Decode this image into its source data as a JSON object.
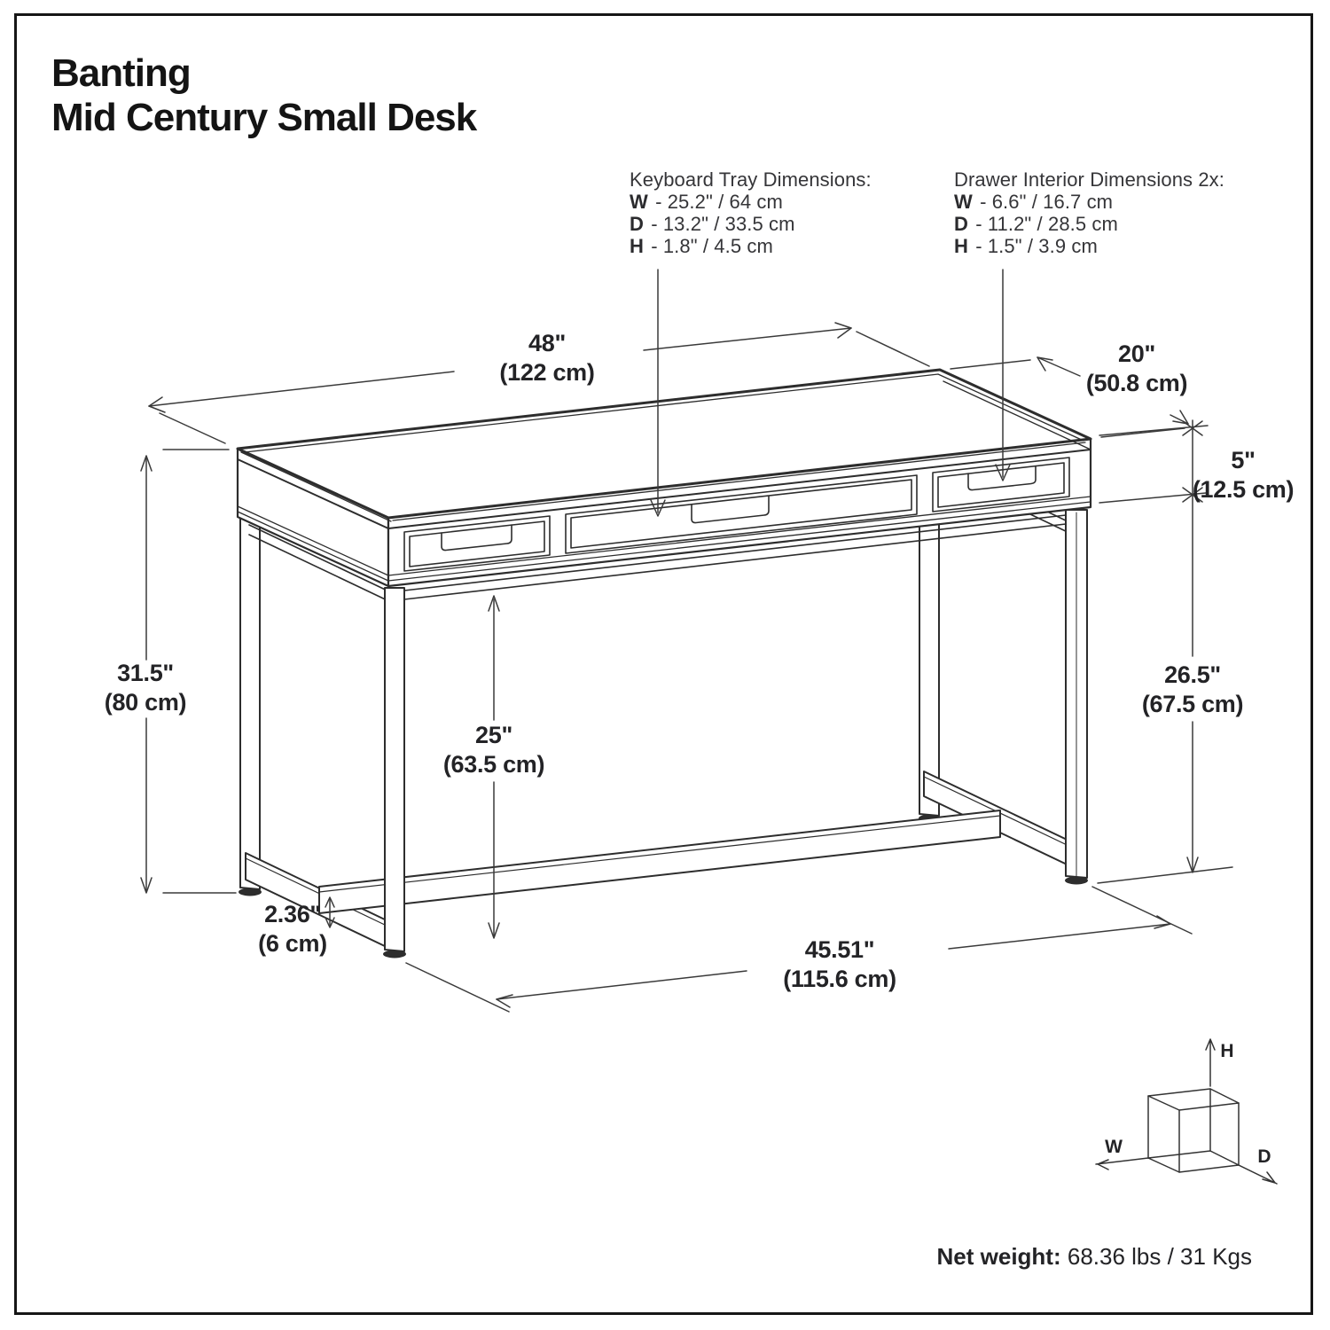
{
  "title": {
    "line1": "Banting",
    "line2": "Mid Century Small Desk"
  },
  "spec_blocks": {
    "keyboard_tray": {
      "heading": "Keyboard Tray Dimensions:",
      "rows": [
        {
          "label": "W",
          "value": " - 25.2\" / 64 cm"
        },
        {
          "label": "D",
          "value": " - 13.2\" / 33.5 cm"
        },
        {
          "label": "H",
          "value": " - 1.8\" / 4.5 cm"
        }
      ]
    },
    "drawer_interior": {
      "heading": "Drawer Interior Dimensions 2x:",
      "rows": [
        {
          "label": "W",
          "value": " - 6.6\" / 16.7 cm"
        },
        {
          "label": "D",
          "value": " - 11.2\" / 28.5 cm"
        },
        {
          "label": "H",
          "value": " - 1.5\" / 3.9 cm"
        }
      ]
    }
  },
  "dimensions": {
    "overall_width": {
      "imperial": "48\"",
      "metric": "(122 cm)"
    },
    "overall_depth": {
      "imperial": "20\"",
      "metric": "(50.8 cm)"
    },
    "tabletop_height": {
      "imperial": "5\"",
      "metric": "(12.5 cm)"
    },
    "overall_height": {
      "imperial": "31.5\"",
      "metric": "(80 cm)"
    },
    "knee_clearance": {
      "imperial": "25\"",
      "metric": "(63.5 cm)"
    },
    "leg_height": {
      "imperial": "26.5\"",
      "metric": "(67.5 cm)"
    },
    "stretcher_height": {
      "imperial": "2.36\"",
      "metric": "(6 cm)"
    },
    "base_width": {
      "imperial": "45.51\"",
      "metric": "(115.6 cm)"
    }
  },
  "cube_axes": {
    "width": "W",
    "height": "H",
    "depth": "D"
  },
  "net_weight": {
    "label": "Net weight:",
    "value": "68.36 lbs / 31 Kgs"
  },
  "colors": {
    "text": "#231f20",
    "line": "#2e2e2e",
    "background": "#ffffff"
  }
}
